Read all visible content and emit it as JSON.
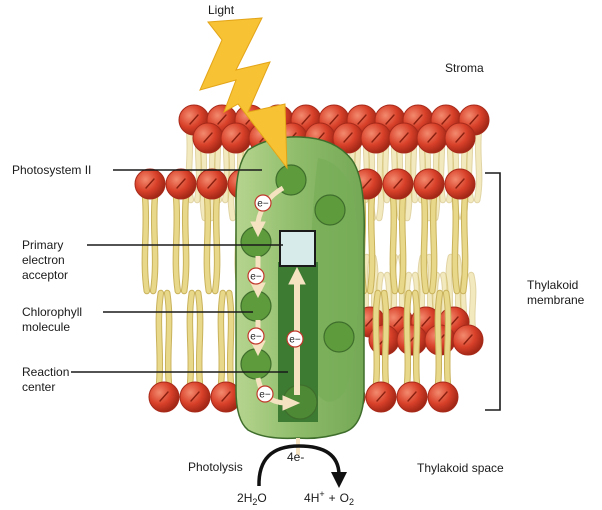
{
  "labels": {
    "light": "Light",
    "stroma": "Stroma",
    "photosystem": "Photosystem II",
    "primary_line1": "Primary",
    "primary_line2": "electron",
    "primary_line3": "acceptor",
    "chlorophyll_line1": "Chlorophyll",
    "chlorophyll_line2": "molecule",
    "reaction_line1": "Reaction",
    "reaction_line2": "center",
    "membrane_line1": "Thylakoid",
    "membrane_line2": "membrane",
    "thylakoid_space": "Thylakoid space",
    "photolysis": "Photolysis",
    "four_e": "4e-",
    "electron": "e−"
  },
  "chemistry": {
    "water_coef": "2",
    "water_h": "H",
    "water_sub": "2",
    "water_o": "O",
    "products_coef": "4",
    "products_h": "H",
    "products_sup": "+",
    "products_plus": "+",
    "products_o": "O",
    "products_o_sub": "2"
  },
  "colors": {
    "lipid_head": "#d9412a",
    "lipid_head_dark": "#a82a1a",
    "lipid_tail": "#e8d88a",
    "photosystem_fill": "#8db86a",
    "photosystem_dark": "#5f9a45",
    "chlorophyll": "#5e9b3c",
    "arrow": "#f5e2c0",
    "lightning": "#f7c233"
  }
}
